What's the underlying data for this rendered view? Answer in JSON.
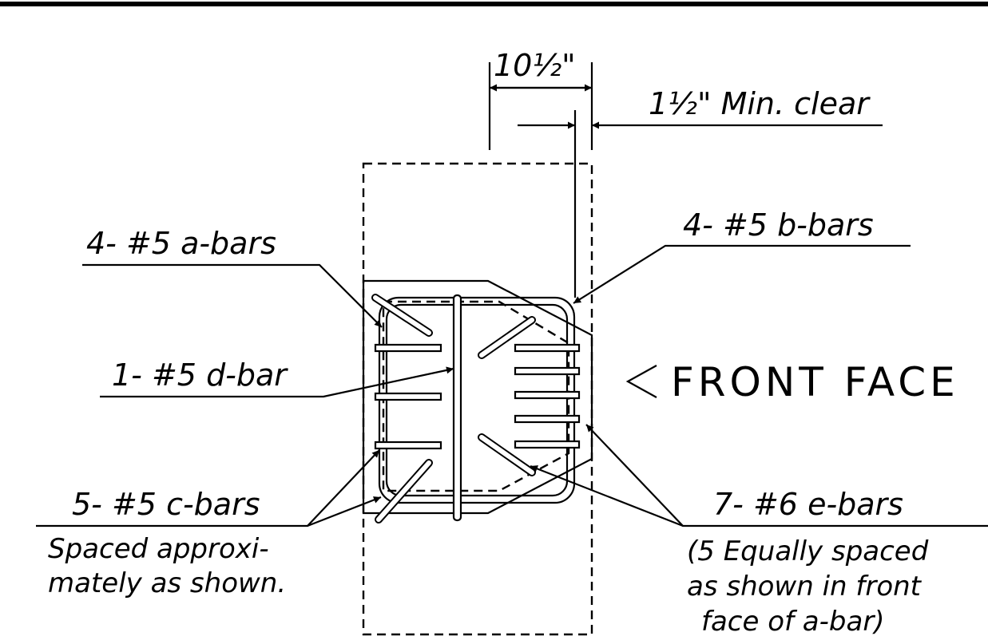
{
  "labels": {
    "dim_width": "10½\"",
    "dim_clear": "1½\" Min. clear",
    "a_bars": "4- #5 a-bars",
    "b_bars": "4- #5 b-bars",
    "d_bar": "1- #5 d-bar",
    "c_bars": "5- #5 c-bars",
    "c_note_1": "Spaced approxi-",
    "c_note_2": "mately as shown.",
    "e_bars": "7- #6 e-bars",
    "e_note_1": "(5 Equally spaced",
    "e_note_2": "as shown in front",
    "e_note_3": "face of a-bar)",
    "front_face": "FRONT FACE"
  }
}
